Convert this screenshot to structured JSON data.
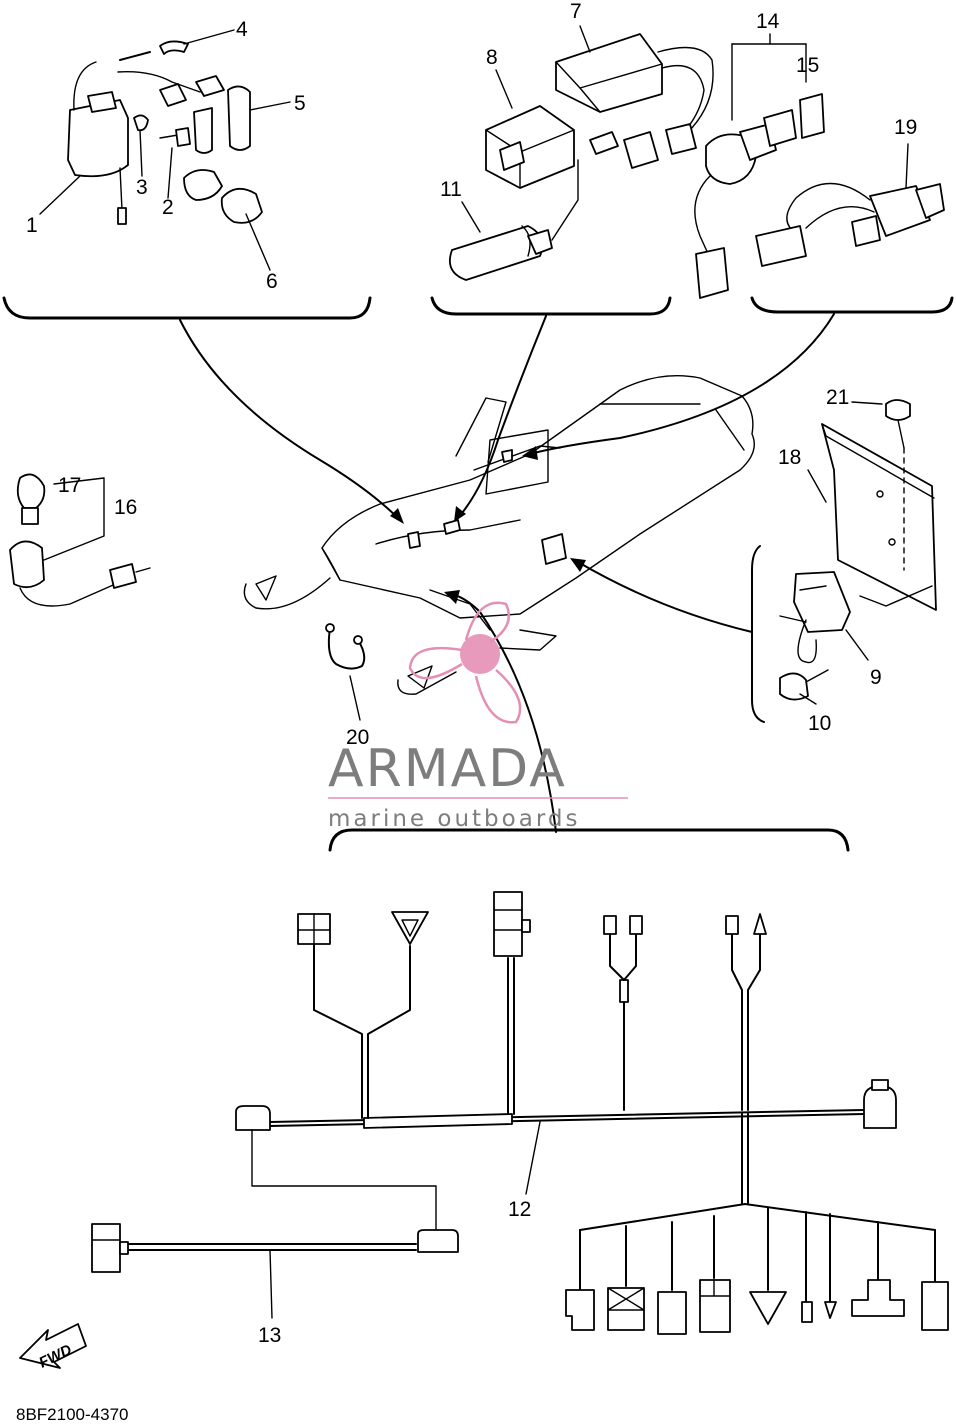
{
  "diagram": {
    "part_labels": [
      "1",
      "2",
      "3",
      "4",
      "5",
      "6",
      "7",
      "8",
      "9",
      "10",
      "11",
      "12",
      "13",
      "14",
      "15",
      "16",
      "17",
      "18",
      "19",
      "20",
      "21"
    ],
    "watermark": {
      "brand": "ARMADA",
      "tagline": "marine outboards",
      "color_pink": "#e48fb4",
      "color_gray": "#7d7d7d"
    },
    "direction_label": "FWD",
    "drawing_code": "8BF2100-4370"
  }
}
